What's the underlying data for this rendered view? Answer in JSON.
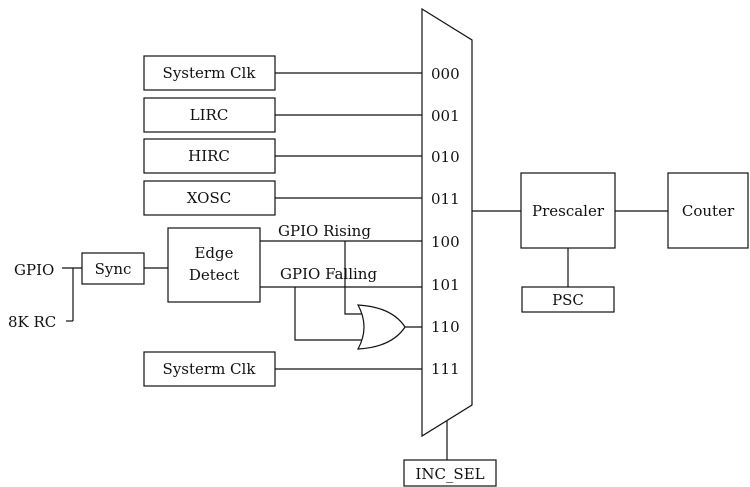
{
  "blocks": {
    "systerm_clk_top": "Systerm Clk",
    "lirc": "LIRC",
    "hirc": "HIRC",
    "xosc": "XOSC",
    "edge_detect_line1": "Edge",
    "edge_detect_line2": "Detect",
    "sync": "Sync",
    "systerm_clk_bottom": "Systerm Clk",
    "prescaler": "Prescaler",
    "couter": "Couter",
    "psc": "PSC",
    "inc_sel": "INC_SEL"
  },
  "inputs": {
    "gpio": "GPIO",
    "rc_8k": "8K RC"
  },
  "signals": {
    "gpio_rising": "GPIO Rising",
    "gpio_falling": "GPIO Falling"
  },
  "mux_inputs": [
    "000",
    "001",
    "010",
    "011",
    "100",
    "101",
    "110",
    "111"
  ]
}
